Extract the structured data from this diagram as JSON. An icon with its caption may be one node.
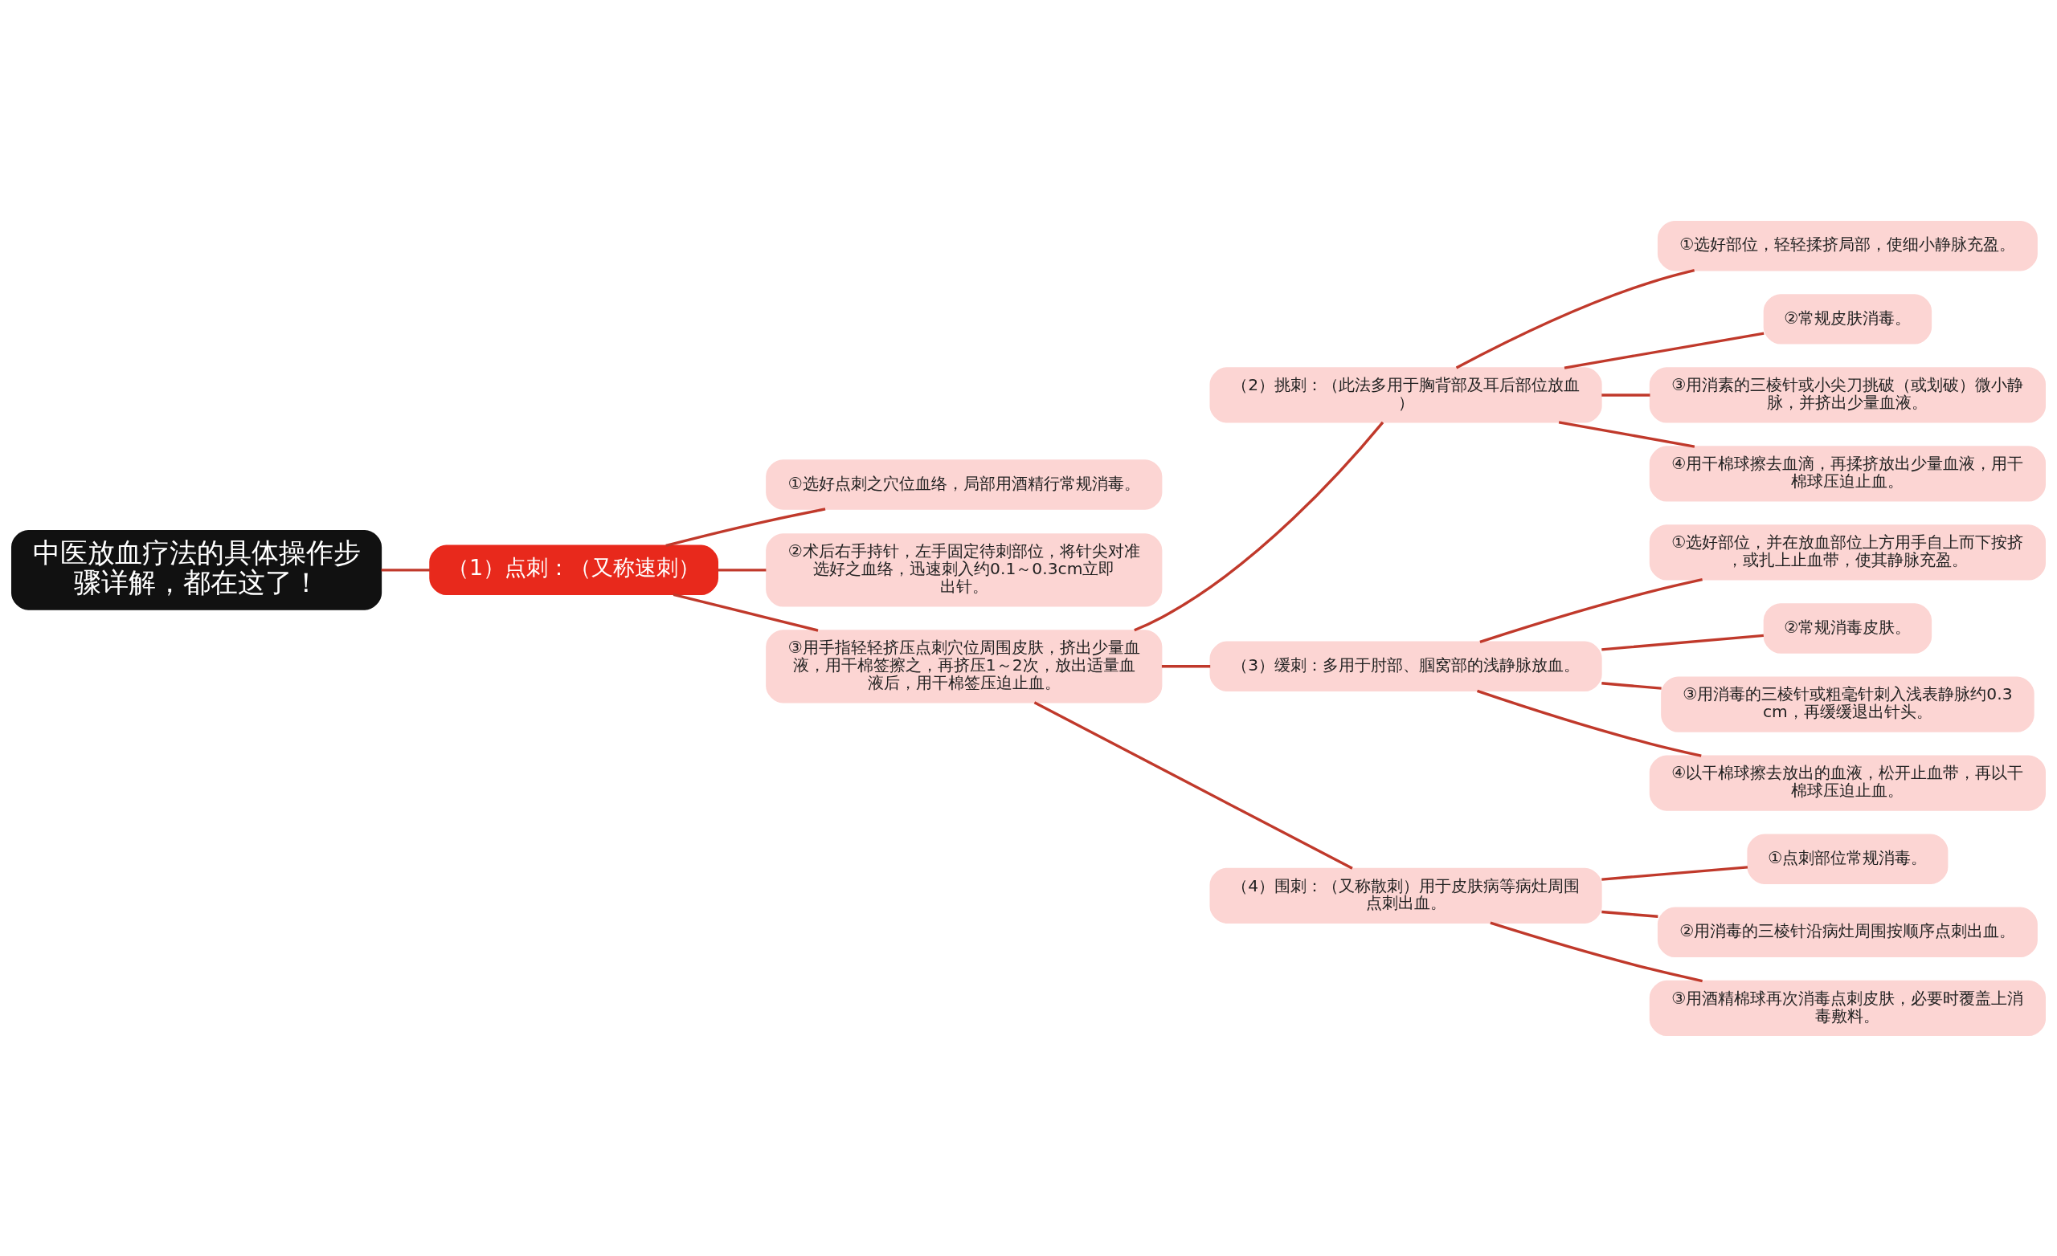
{
  "diagram": {
    "nodes": [
      {
        "text": [
          "中医放血疗法的具体操作步骤详解，都在这了！"
        ]
      },
      {
        "text": [
          "（1）点刺：（又称速刺）"
        ]
      },
      {
        "text": [
          "①选好点刺之穴位血络，局部用酒精行常规消毒。"
        ]
      },
      {
        "text": [
          "②术后右手持针，左手固定待刺部位，将针尖对准选好之血络，迅速刺入约0.1～0.3cm立即出针。"
        ]
      },
      {
        "text": [
          "③用手指轻轻挤压点刺穴位周围皮肤，挤出少量血液，用干棉签擦之，再挤压1～2次，放出适量血液后，用干棉签压迫止血。"
        ]
      },
      {
        "text": [
          "（2）挑刺：（此法多用于胸背部及耳后部位放血）"
        ]
      },
      {
        "text": [
          "①选好部位，轻轻揉挤局部，使细小静脉充盈。"
        ]
      },
      {
        "text": [
          "②常规皮肤消毒。"
        ]
      },
      {
        "text": [
          "③用消素的三棱针或小尖刀挑破（或划破）微小静脉，并挤出少量血液。"
        ]
      },
      {
        "text": [
          "④用干棉球擦去血滴，再揉挤放出少量血液，用干棉球压迫止血。"
        ]
      },
      {
        "text": [
          "（3）缓刺：多用于肘部、腘窝部的浅静脉放血。"
        ]
      },
      {
        "text": [
          "①选好部位，并在放血部位上方用手自上而下按挤，或扎上止血带，使其静脉充盈。"
        ]
      },
      {
        "text": [
          "②常规消毒皮肤。"
        ]
      },
      {
        "text": [
          "③用消毒的三棱针或粗毫针刺入浅表静脉约0.3cm，再缓缓退出针头。"
        ]
      },
      {
        "text": [
          "④以干棉球擦去放出的血液，松开止血带，再以干棉球压迫止血。"
        ]
      },
      {
        "text": [
          "（4）围刺：（又称散刺）用于皮肤病等病灶周围点刺出血。"
        ]
      },
      {
        "text": [
          "①点刺部位常规消毒。"
        ]
      },
      {
        "text": [
          "②用消毒的三棱针沿病灶周围按顺序点刺出血。"
        ]
      },
      {
        "text": [
          "③用酒精棉球再次消毒点刺皮肤，必要时覆盖上消毒敷料。"
        ]
      }
    ],
    "edges": [
      {
        "from": 0,
        "to": 1,
        "arrow": "none"
      },
      {
        "from": 1,
        "to": 2,
        "arrow": "none"
      },
      {
        "from": 1,
        "to": 3,
        "arrow": "none"
      },
      {
        "from": 1,
        "to": 4,
        "arrow": "none"
      },
      {
        "from": 4,
        "to": 5,
        "arrow": "none"
      },
      {
        "from": 5,
        "to": 6,
        "arrow": "none"
      },
      {
        "from": 5,
        "to": 7,
        "arrow": "none"
      },
      {
        "from": 5,
        "to": 8,
        "arrow": "none"
      },
      {
        "from": 5,
        "to": 9,
        "arrow": "none"
      },
      {
        "from": 4,
        "to": 10,
        "arrow": "none"
      },
      {
        "from": 10,
        "to": 11,
        "arrow": "none"
      },
      {
        "from": 10,
        "to": 12,
        "arrow": "none"
      },
      {
        "from": 10,
        "to": 13,
        "arrow": "none"
      },
      {
        "from": 10,
        "to": 14,
        "arrow": "none"
      },
      {
        "from": 4,
        "to": 15,
        "arrow": "none"
      },
      {
        "from": 15,
        "to": 16,
        "arrow": "none"
      },
      {
        "from": 15,
        "to": 17,
        "arrow": "none"
      },
      {
        "from": 15,
        "to": 18,
        "arrow": "none"
      }
    ]
  }
}
